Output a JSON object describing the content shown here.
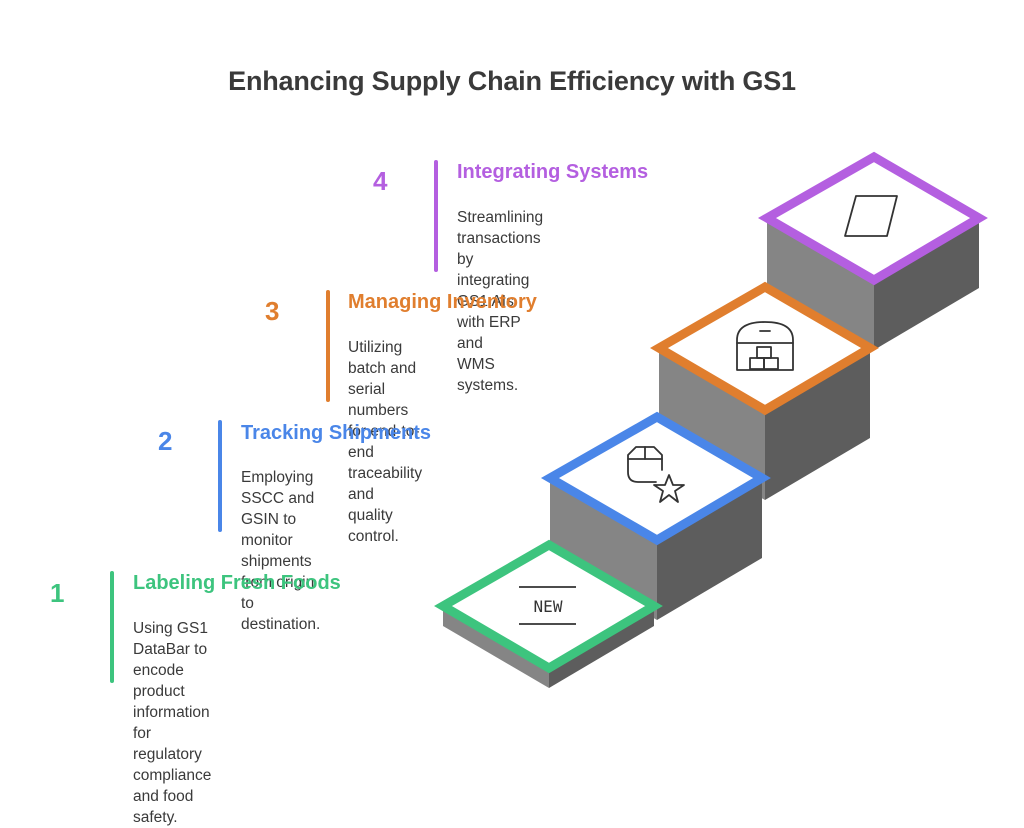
{
  "title": "Enhancing Supply Chain Efficiency with GS1",
  "colors": {
    "step1": "#3dc47e",
    "step2": "#4a86e8",
    "step3": "#e07e2e",
    "step4": "#b45fe0",
    "side_dark": "#5d5d5d",
    "side_light": "#858585",
    "top_fill": "#ffffff",
    "text": "#3a3a3a"
  },
  "steps": [
    {
      "number": "1",
      "heading": "Labeling Fresh Foods",
      "description_lines": [
        "Using GS1 DataBar to encode",
        "product information for regulatory",
        "compliance and food safety."
      ],
      "icon": "new-label-icon",
      "icon_text": "NEW"
    },
    {
      "number": "2",
      "heading": "Tracking Shipments",
      "description_lines": [
        "Employing SSCC and GSIN to",
        "monitor shipments from origin to",
        "destination."
      ],
      "icon": "box-star-icon"
    },
    {
      "number": "3",
      "heading": "Managing Inventory",
      "description_lines": [
        "Utilizing batch and serial numbers",
        "for end-to-end traceability and",
        "quality control."
      ],
      "icon": "warehouse-icon"
    },
    {
      "number": "4",
      "heading": "Integrating Systems",
      "description_lines": [
        "Streamlining transactions by",
        "integrating GS1 AIs with ERP and",
        "WMS systems."
      ],
      "icon": "parallelogram-icon"
    }
  ]
}
